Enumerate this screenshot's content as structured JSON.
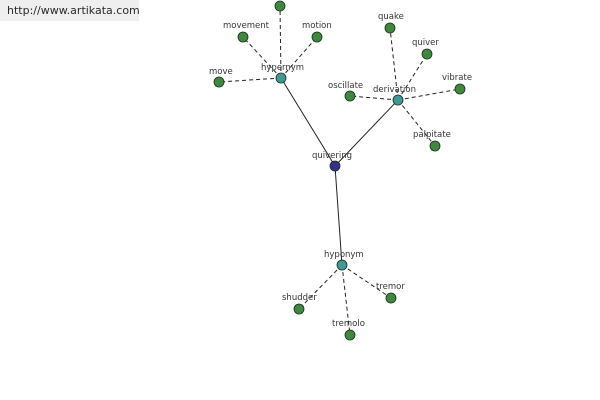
{
  "source": {
    "url_text": "http://www.artikata.com"
  },
  "colors": {
    "root": "#33338c",
    "relation": "#3f9a96",
    "leaf": "#3d8a3d"
  },
  "diagram": {
    "root": {
      "id": "quivering",
      "label": "quivering"
    },
    "relations": [
      {
        "id": "hypernym",
        "label": "hypernym",
        "children": [
          {
            "id": "move",
            "label": "move"
          },
          {
            "id": "movement",
            "label": "movement"
          },
          {
            "id": "unlabeled-top",
            "label": ""
          },
          {
            "id": "motion",
            "label": "motion"
          }
        ]
      },
      {
        "id": "derivation",
        "label": "derivation",
        "children": [
          {
            "id": "oscillate",
            "label": "oscillate"
          },
          {
            "id": "quake",
            "label": "quake"
          },
          {
            "id": "quiver",
            "label": "quiver"
          },
          {
            "id": "vibrate",
            "label": "vibrate"
          },
          {
            "id": "palpitate",
            "label": "palpitate"
          }
        ]
      },
      {
        "id": "hyponym",
        "label": "hyponym",
        "children": [
          {
            "id": "shudder",
            "label": "shudder"
          },
          {
            "id": "tremolo",
            "label": "tremolo"
          },
          {
            "id": "tremor",
            "label": "tremor"
          }
        ]
      }
    ]
  }
}
